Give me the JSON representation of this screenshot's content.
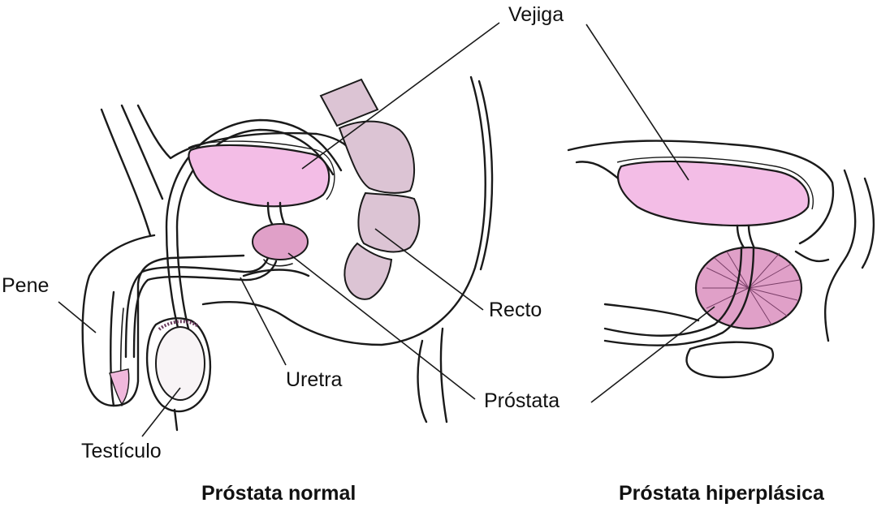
{
  "labels": {
    "bladder": "Vejiga",
    "penis": "Pene",
    "rectum": "Recto",
    "urethra": "Uretra",
    "prostate": "Próstata",
    "testicle": "Testículo"
  },
  "captions": {
    "normal": "Próstata normal",
    "hyperplastic": "Próstata hiperplásica"
  },
  "colors": {
    "bladder_fill": "#f3bde6",
    "prostate_fill": "#e0a0c8",
    "rectum_fill": "#dcc4d4",
    "outline": "#1a1a1a",
    "background": "#ffffff"
  }
}
